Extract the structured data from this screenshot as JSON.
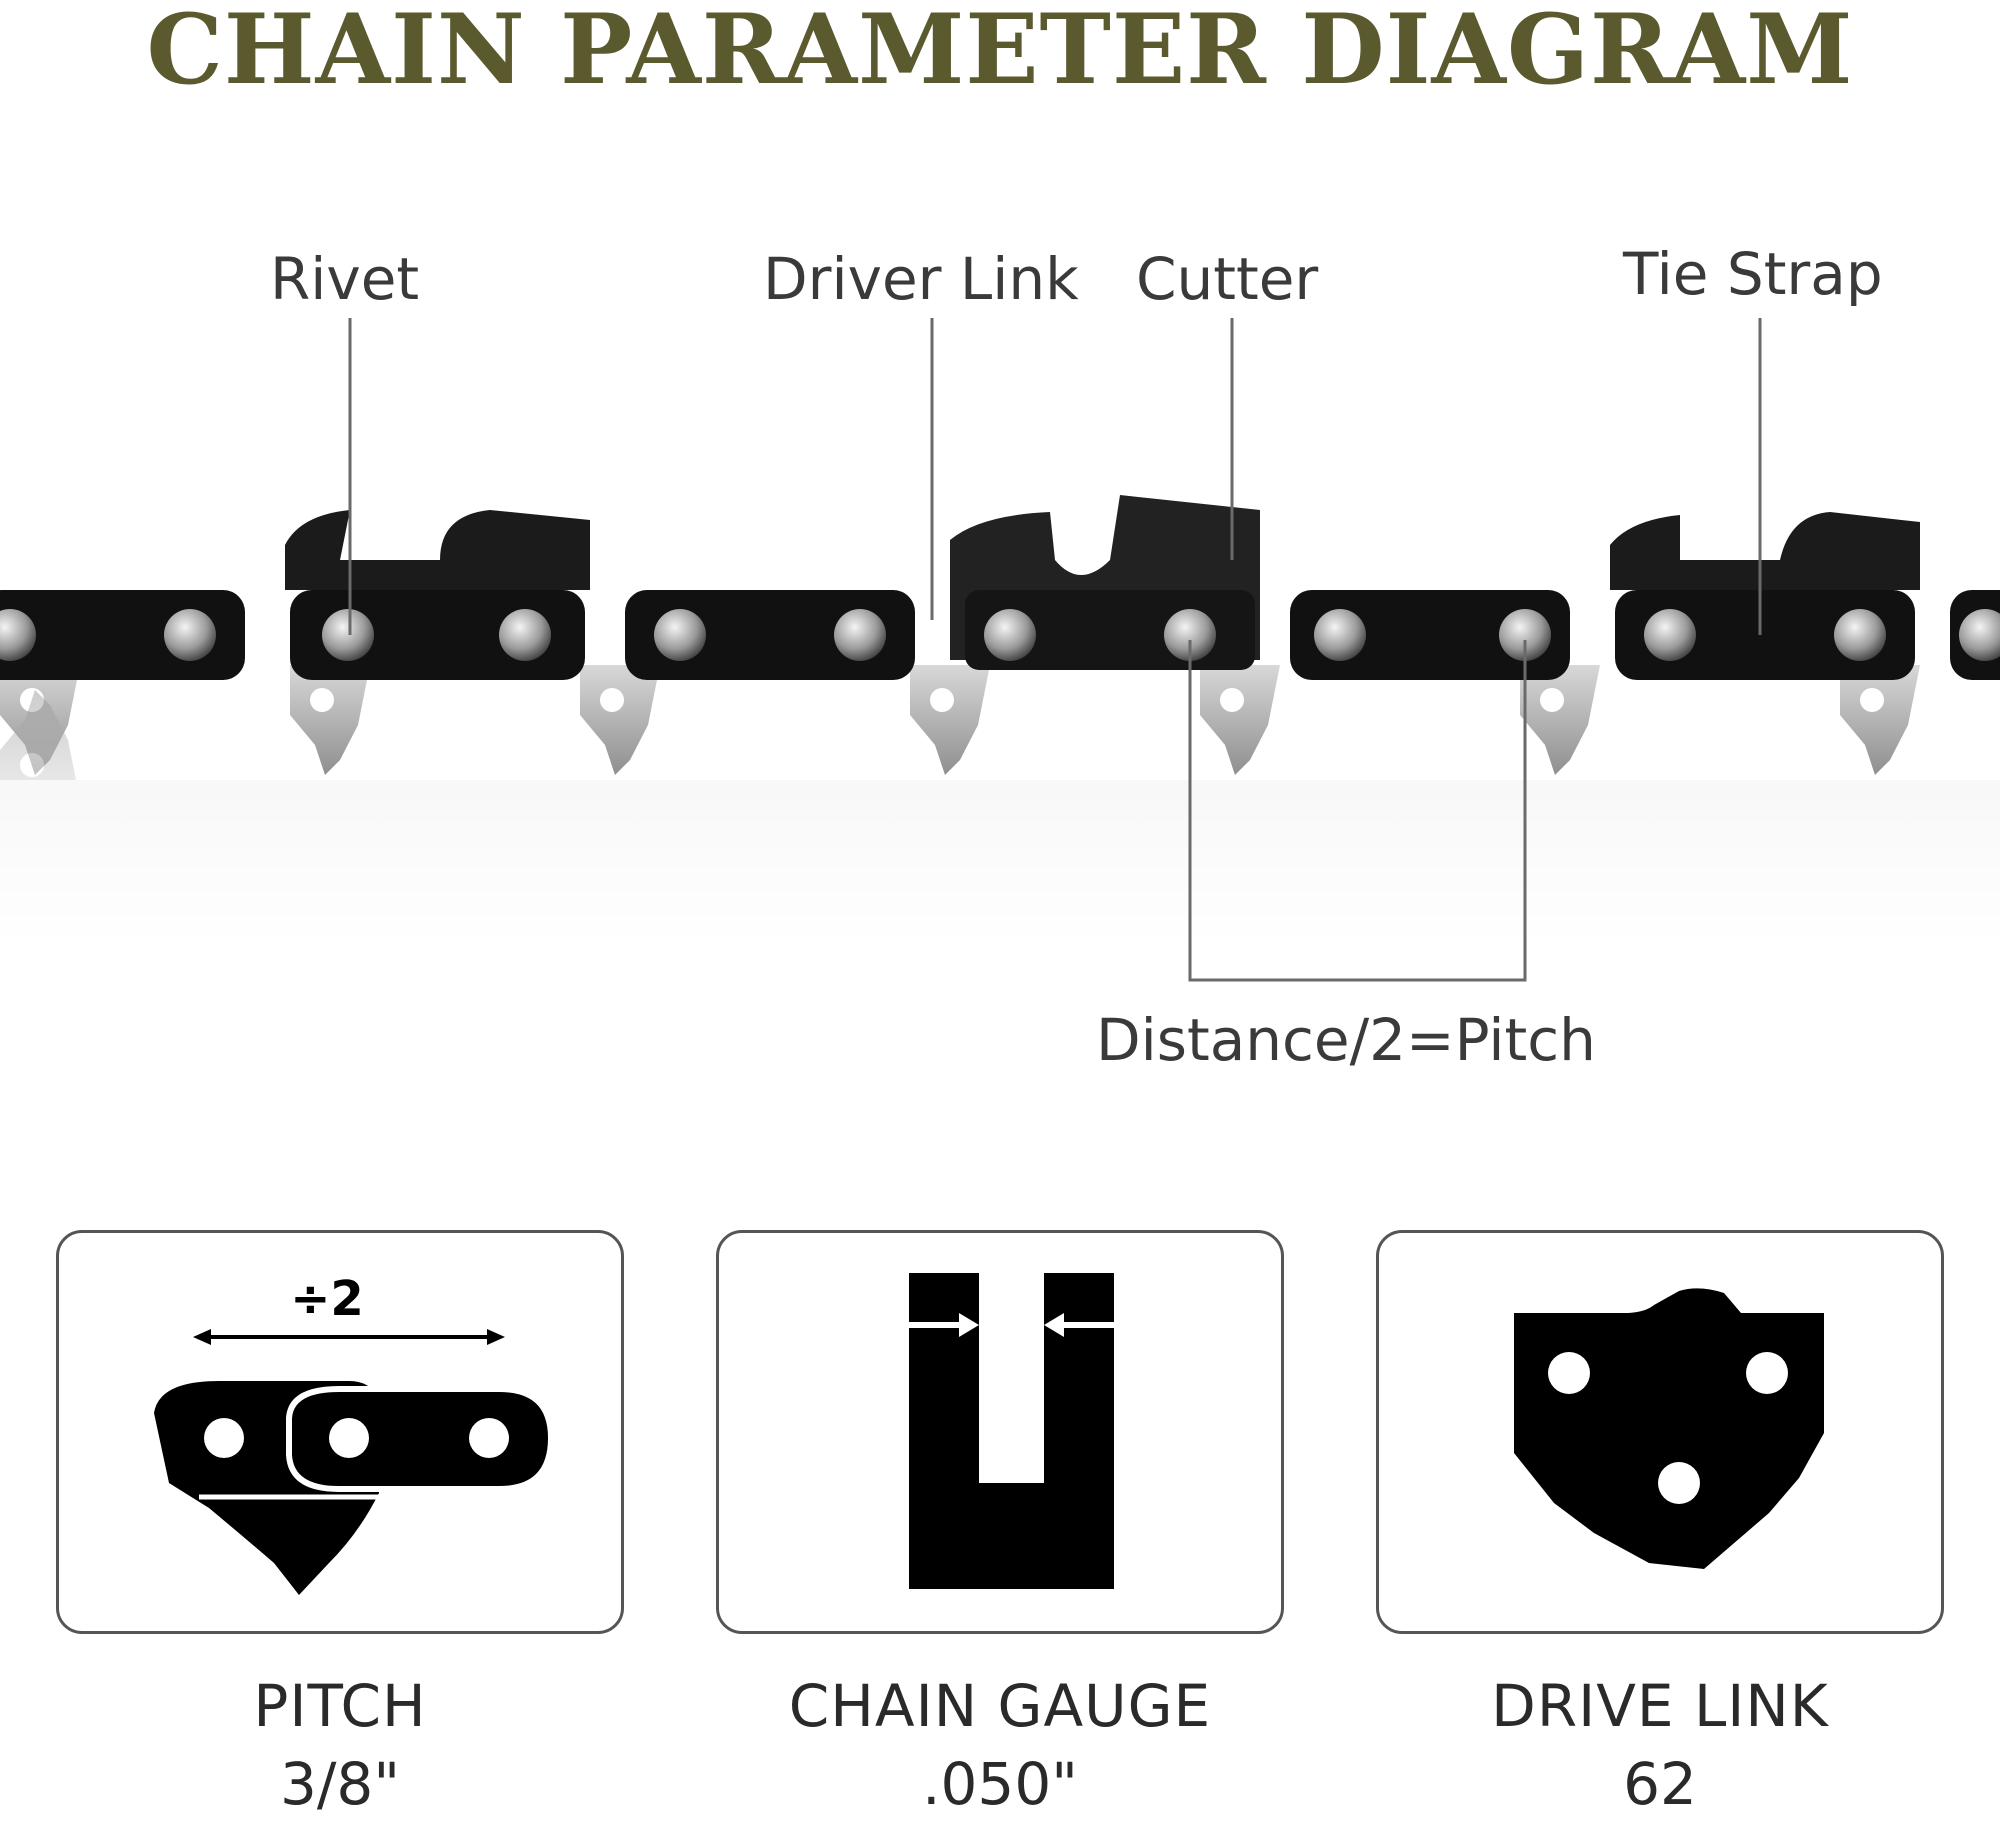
{
  "title": "CHAIN PARAMETER DIAGRAM",
  "colors": {
    "title": "#5b5a2e",
    "callout_text": "#3a3a3a",
    "link_dark": "#111111",
    "steel": "#b8b8b8",
    "card_border": "#555555"
  },
  "callouts": {
    "rivet": "Rivet",
    "driver_link": "Driver Link",
    "cutter": "Cutter",
    "tie_strap": "Tie Strap",
    "pitch_formula": "Distance/2=Pitch"
  },
  "parameters": [
    {
      "label": "PITCH",
      "value": "3/8\"",
      "icon": "pitch-icon",
      "icon_text": "÷2"
    },
    {
      "label": "CHAIN GAUGE",
      "value": ".050\"",
      "icon": "gauge-icon"
    },
    {
      "label": "DRIVE LINK",
      "value": "62",
      "icon": "drive-link-icon"
    }
  ]
}
